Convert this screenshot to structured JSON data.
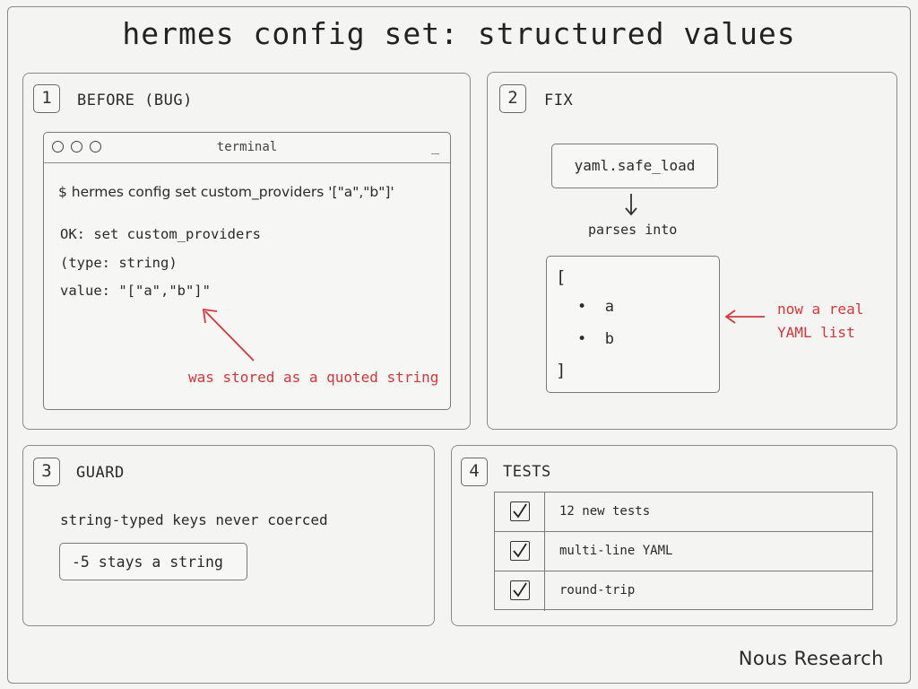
{
  "title": "hermes config set: structured values",
  "panels": {
    "before": {
      "number": "1",
      "title": "BEFORE (BUG)",
      "terminal": {
        "title": "terminal",
        "minimize": "_",
        "command": "$ hermes config set custom_providers '[\"a\",\"b\"]'",
        "line1": "OK: set custom_providers",
        "line2": "(type: string)",
        "line3": "value: \"[\"a\",\"b\"]\""
      },
      "annotation": "was stored as a quoted string"
    },
    "fix": {
      "number": "2",
      "title": "FIX",
      "function": "yaml.safe_load",
      "arrow_label": "parses into",
      "list_open": "[",
      "items": [
        "a",
        "b"
      ],
      "list_close": "]",
      "annotation_line1": "now a real",
      "annotation_line2": "YAML list"
    },
    "guard": {
      "number": "3",
      "title": "GUARD",
      "text": "string-typed keys never coerced",
      "example": "-5 stays a string"
    },
    "tests": {
      "number": "4",
      "title": "TESTS",
      "rows": [
        "12 new tests",
        "multi-line YAML",
        "round-trip"
      ]
    }
  },
  "footer": "Nous Research",
  "colors": {
    "accent_red": "#d9353a",
    "border": "#8a8a8a",
    "background": "#f4f4f2"
  }
}
